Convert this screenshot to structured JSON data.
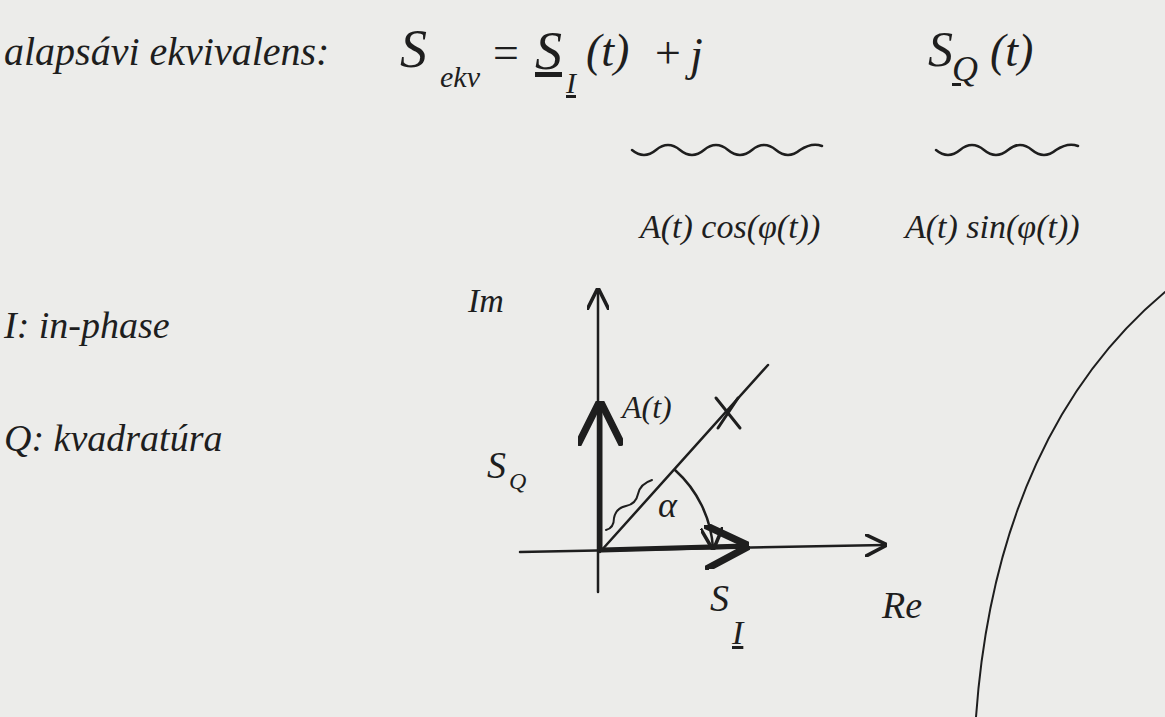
{
  "diagram": {
    "labels": [
      "alapsávi ekvivalens:",
      "S",
      "ekv",
      "=",
      "S",
      "I",
      "(t)",
      "+",
      "j",
      "S",
      "Q",
      "(t)",
      "A(t) cos(φ(t))",
      "A(t) sin(φ(t))",
      "I: in-phase",
      "Q: kvadratúra",
      "Im",
      "S",
      "Q",
      "A(t)",
      "α",
      "S",
      "I",
      "Re"
    ]
  }
}
